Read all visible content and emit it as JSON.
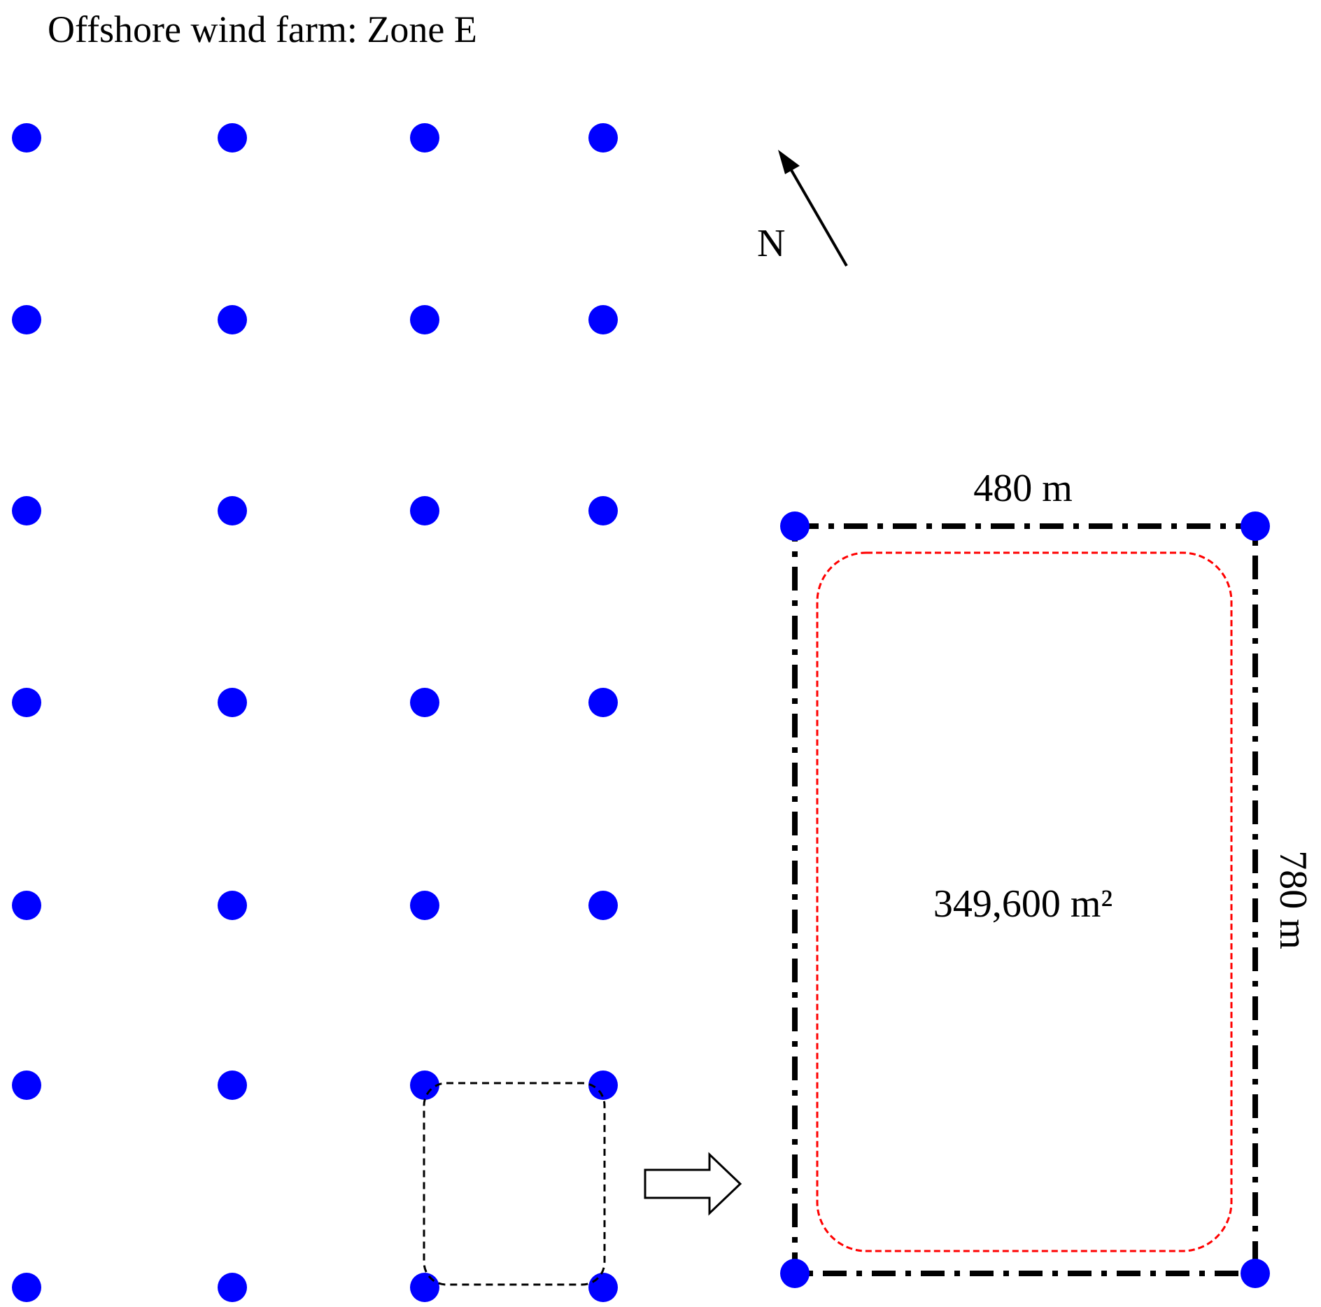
{
  "title": "Offshore wind farm: Zone E",
  "north_label": "N",
  "width_label": "480 m",
  "height_label": "780 m",
  "area_label": "349,600 m²",
  "colors": {
    "turbine": "#0000ff",
    "buffer": "#ff0000",
    "outline": "#000000",
    "background": "#ffffff"
  },
  "icons": {
    "north": "north-arrow-icon",
    "zoom": "zoom-arrow-icon"
  },
  "turbine_grid": {
    "columns": 4,
    "rows": 7
  }
}
